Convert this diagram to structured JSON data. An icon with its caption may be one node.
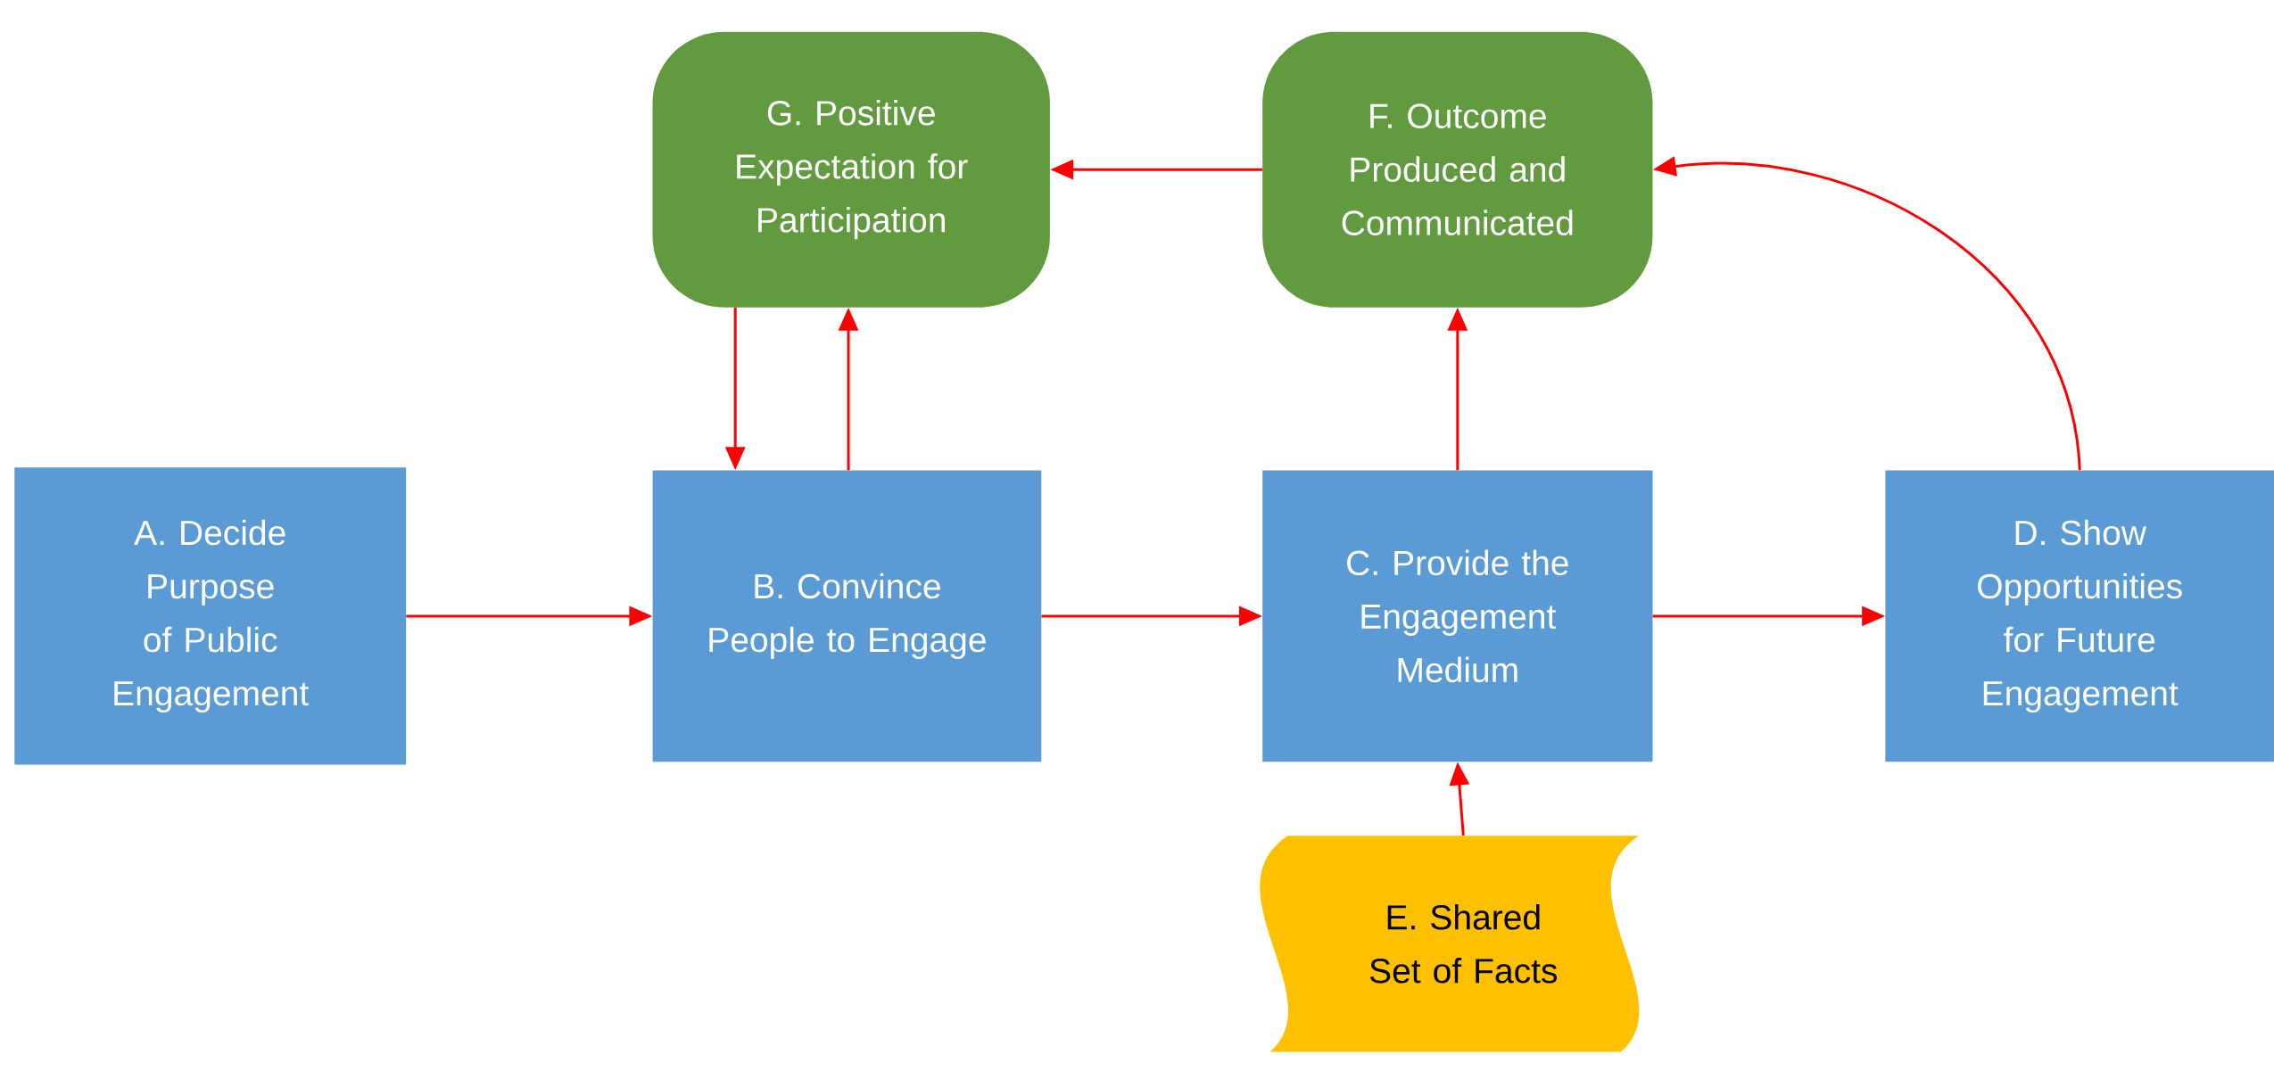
{
  "diagram": {
    "nodes": [
      {
        "text": [
          "A. Decide Purpose of Public Engagement"
        ]
      },
      {
        "text": [
          "B. Convince People to Engage"
        ]
      },
      {
        "text": [
          "C. Provide the Engagement Medium"
        ]
      },
      {
        "text": [
          "D. Show Opportunities for Future Engagement"
        ]
      },
      {
        "text": [
          "E. Shared Set of Facts"
        ]
      },
      {
        "text": [
          "F. Outcome Produced and Communicated"
        ]
      },
      {
        "text": [
          "G. Positive Expectation for Participation"
        ]
      }
    ],
    "edges": [
      {
        "from": 0,
        "to": 1,
        "arrow": "to"
      },
      {
        "from": 1,
        "to": 2,
        "arrow": "to"
      },
      {
        "from": 2,
        "to": 3,
        "arrow": "to"
      },
      {
        "from": 4,
        "to": 2,
        "arrow": "to"
      },
      {
        "from": 2,
        "to": 5,
        "arrow": "to"
      },
      {
        "from": 3,
        "to": 5,
        "arrow": "to"
      },
      {
        "from": 5,
        "to": 6,
        "arrow": "to"
      },
      {
        "from": 6,
        "to": 1,
        "arrow": "to"
      },
      {
        "from": 1,
        "to": 6,
        "arrow": "to"
      }
    ]
  }
}
